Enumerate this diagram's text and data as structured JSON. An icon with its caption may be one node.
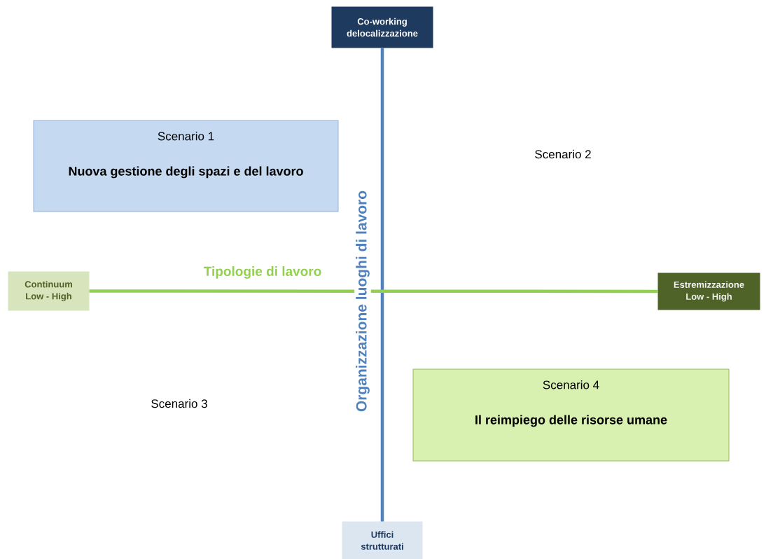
{
  "diagram": {
    "nodes": [
      {
        "text": [
          "Co-working delocalizzazione"
        ]
      },
      {
        "text": [
          "Uffici strutturati"
        ]
      },
      {
        "text": [
          "Continuum Low - High"
        ]
      },
      {
        "text": [
          "Estremizzazione Low - High"
        ]
      },
      {
        "text": [
          "Scenario 1",
          "Nuova gestione degli spazi e del lavoro"
        ]
      },
      {
        "text": [
          "Scenario 4",
          "Il reimpiego delle risorse umane"
        ]
      }
    ],
    "edges": [
      {
        "from": 0,
        "to": 1,
        "arrow": "none",
        "label": "Organizzazione luoghi di lavoro",
        "color": "#4f81bd"
      },
      {
        "from": 2,
        "to": 3,
        "arrow": "none",
        "label": "Tipologie di lavoro",
        "color": "#92d050"
      }
    ],
    "labels": [
      "Scenario 2",
      "Scenario 3"
    ]
  }
}
